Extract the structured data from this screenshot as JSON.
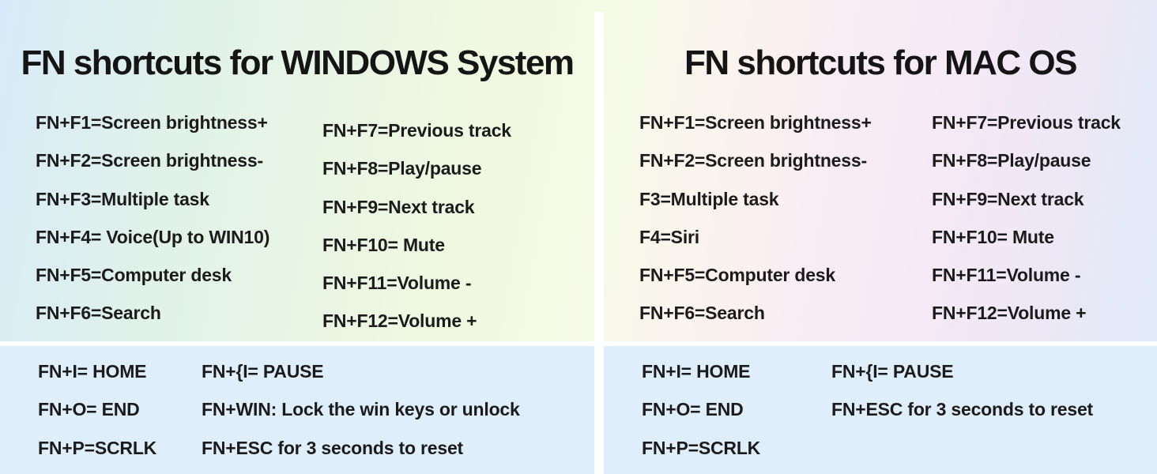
{
  "panels": [
    {
      "id": "windows",
      "title": "FN shortcuts for WINDOWS System",
      "shortcuts_col1": [
        "FN+F1=Screen brightness+",
        "FN+F2=Screen brightness-",
        "FN+F3=Multiple task",
        "FN+F4= Voice(Up to WIN10)",
        "FN+F5=Computer desk",
        "FN+F6=Search"
      ],
      "shortcuts_col2": [
        "FN+F7=Previous track",
        "FN+F8=Play/pause",
        "FN+F9=Next track",
        "FN+F10= Mute",
        "FN+F11=Volume -",
        "FN+F12=Volume +"
      ],
      "special_col1": [
        "FN+I= HOME",
        "FN+O= END",
        "FN+P=SCRLK"
      ],
      "special_col2": [
        "FN+{I= PAUSE",
        "FN+WIN: Lock the win keys or unlock",
        "FN+ESC for 3 seconds to reset"
      ]
    },
    {
      "id": "mac",
      "title": "FN shortcuts for MAC OS",
      "shortcuts_col1": [
        "FN+F1=Screen brightness+",
        "FN+F2=Screen brightness-",
        "F3=Multiple task",
        "F4=Siri",
        "FN+F5=Computer desk",
        "FN+F6=Search"
      ],
      "shortcuts_col2": [
        "FN+F7=Previous track",
        "FN+F8=Play/pause",
        "FN+F9=Next track",
        "FN+F10= Mute",
        "FN+F11=Volume -",
        "FN+F12=Volume +"
      ],
      "special_col1": [
        "FN+I= HOME",
        "FN+O= END",
        "FN+P=SCRLK"
      ],
      "special_col2": [
        "FN+{I= PAUSE",
        "FN+ESC for 3 seconds to reset"
      ]
    }
  ],
  "colors": {
    "special_section_background": "#dfeefb",
    "divider": "#ffffff",
    "text": "#1b1b1b",
    "gradient_left": "#d8ebf8",
    "gradient_middle": "#f6fae8",
    "gradient_pink": "#f9edf3",
    "gradient_right": "#dfecf9"
  }
}
